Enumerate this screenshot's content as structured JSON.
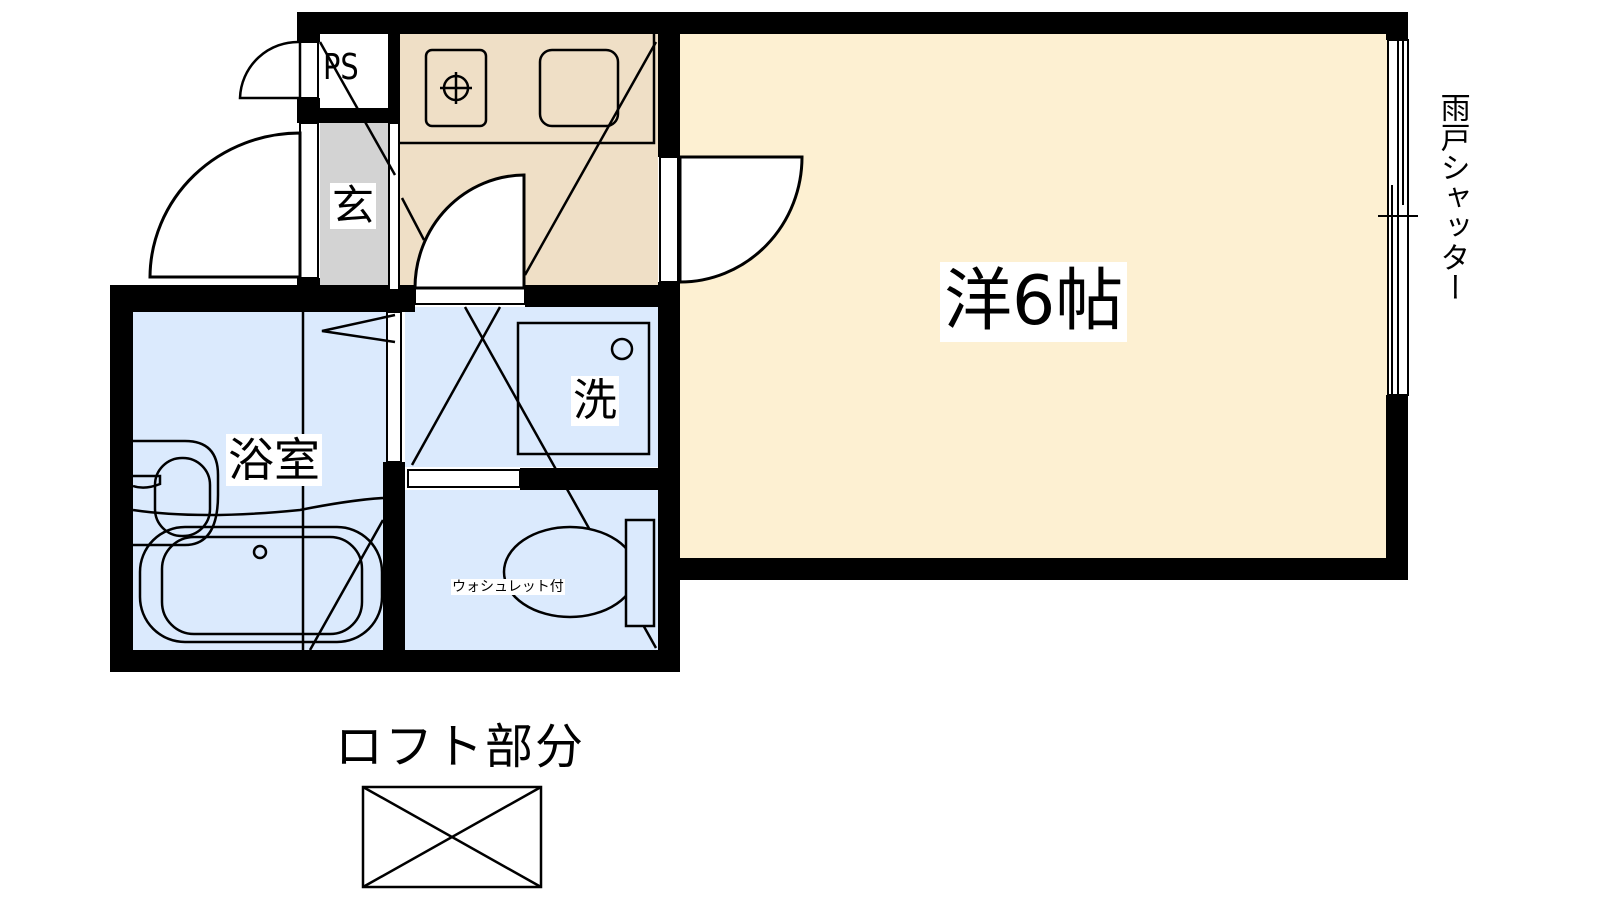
{
  "floor_plan": {
    "colors": {
      "wall": "#000000",
      "main_room": "#fdf0d2",
      "kitchen": "#efdfc6",
      "entrance": "#d3d3d3",
      "wet_area": "#dbeafd",
      "background": "#ffffff"
    },
    "rooms": {
      "main_room": {
        "label": "洋6帖"
      },
      "entrance": {
        "label": "玄"
      },
      "pipe_space": {
        "label": "PS"
      },
      "bathroom": {
        "label": "浴室"
      },
      "washroom": {
        "label": "洗"
      },
      "toilet": {
        "label": "ウォシュレット付"
      }
    },
    "window_note": "雨戸シャッター",
    "loft": {
      "label": "ロフト部分"
    }
  }
}
